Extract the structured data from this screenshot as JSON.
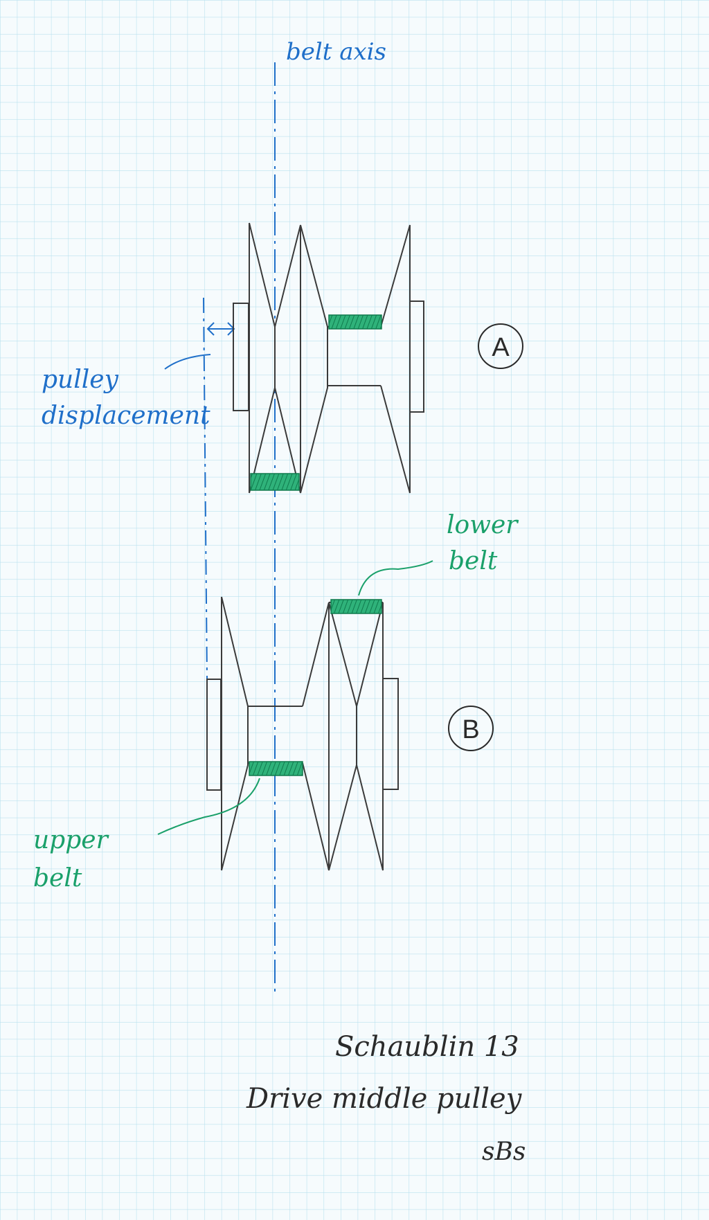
{
  "labels": {
    "belt_axis": "belt axis",
    "pulley_displacement_line1": "pulley",
    "pulley_displacement_line2": "displacement",
    "label_a": "A",
    "label_b": "B",
    "lower_belt_line1": "lower",
    "lower_belt_line2": "belt",
    "upper_belt_line1": "upper",
    "upper_belt_line2": "belt"
  },
  "caption": {
    "line1": "Schaublin 13",
    "line2": "Drive middle pulley",
    "signature": "sBs"
  },
  "colors": {
    "paper": "#f6fbfd",
    "grid": "#b9e1ee",
    "blue_ink": "#1f6fc9",
    "green_ink": "#1aa06a",
    "pencil": "#3a3a3a"
  }
}
